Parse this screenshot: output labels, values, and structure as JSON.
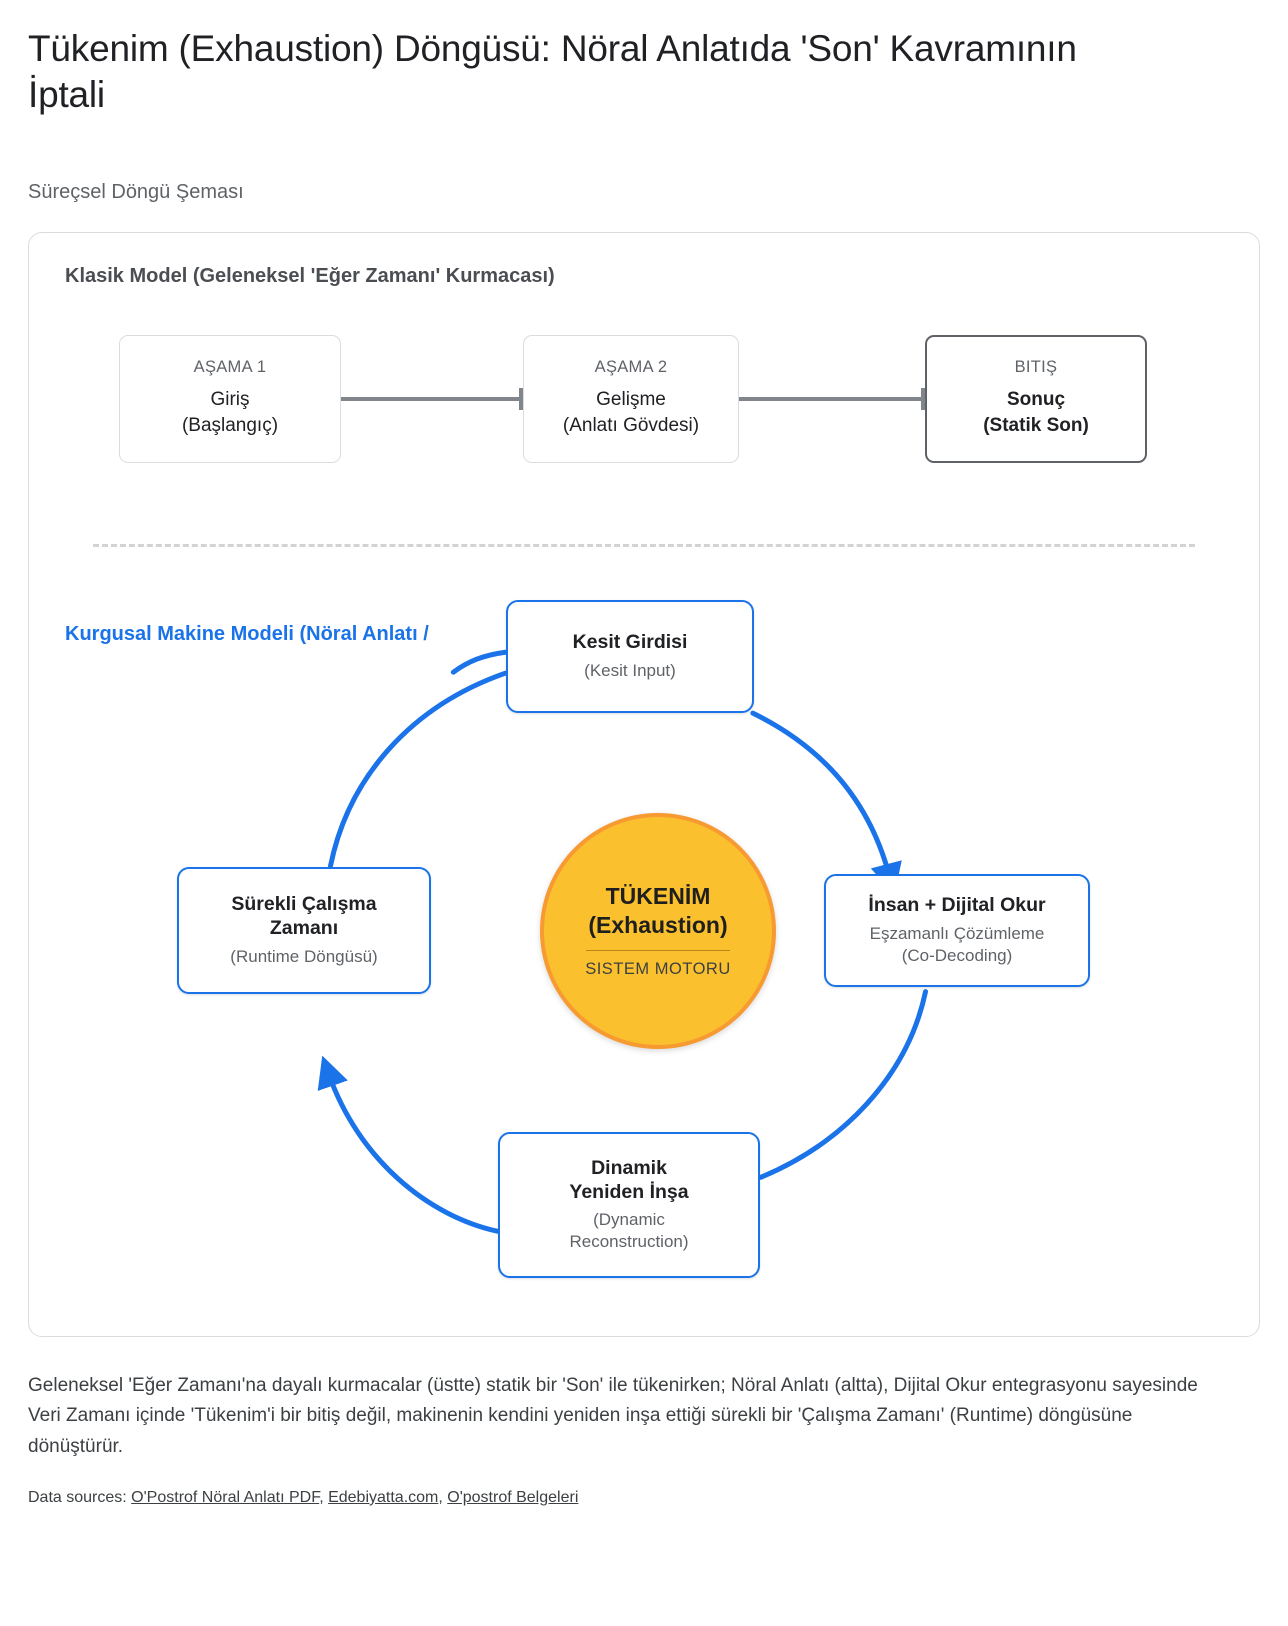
{
  "header": {
    "title": "Tükenim (Exhaustion) Döngüsü: Nöral Anlatıda 'Son' Kavramının İptali",
    "subtitle": "Süreçsel Döngü Şeması"
  },
  "diagram": {
    "classic_section_heading": "Klasik Model (Geleneksel 'Eğer Zamanı' Kurmacası)",
    "machine_section_heading": "Kurgusal Makine Modeli (Nöral Anlatı /",
    "classic_stages": [
      {
        "kicker": "AŞAMA 1",
        "line1": "Giriş",
        "line2": "(Başlangıç)"
      },
      {
        "kicker": "AŞAMA 2",
        "line1": "Gelişme",
        "line2": "(Anlatı Gövdesi)"
      },
      {
        "kicker": "BITIŞ",
        "line1": "Sonuç",
        "line2": "(Statik Son)"
      }
    ],
    "cycle_nodes": {
      "input": {
        "title": "Kesit Girdisi",
        "subtitle": "(Kesit Input)"
      },
      "reader": {
        "title": "İnsan + Dijital Okur",
        "subtitle": "Eşzamanlı Çözümleme",
        "subtitle2": "(Co-Decoding)"
      },
      "dynamic": {
        "title": "Dinamik",
        "title2": "Yeniden İnşa",
        "subtitle": "(Dynamic",
        "subtitle2": "Reconstruction)"
      },
      "runtime": {
        "title": "Sürekli Çalışma",
        "title2": "Zamanı",
        "subtitle": "(Runtime Döngüsü)"
      }
    },
    "engine": {
      "title_line1": "TÜKENİM",
      "title_line2": "(Exhaustion)",
      "caption": "SISTEM MOTORU"
    },
    "colors": {
      "accent_blue": "#1a73e8",
      "engine_fill": "#fbc02d",
      "engine_border": "#f79a32",
      "neutral_border": "#dadce0",
      "emphasis_border": "#5f6368"
    }
  },
  "footer": {
    "note": "Geleneksel 'Eğer Zamanı'na dayalı kurmacalar (üstte) statik bir 'Son' ile tükenirken; Nöral Anlatı (altta), Dijital Okur entegrasyonu sayesinde Veri Zamanı içinde 'Tükenim'i bir bitiş değil, makinenin kendini yeniden inşa ettiği sürekli bir 'Çalışma Zamanı' (Runtime) döngüsüne dönüştürür.",
    "sources_label": "Data sources:",
    "sources": [
      "O'Postrof Nöral Anlatı PDF",
      "Edebiyatta.com",
      "O'postrof Belgeleri"
    ],
    "separator": ", "
  }
}
